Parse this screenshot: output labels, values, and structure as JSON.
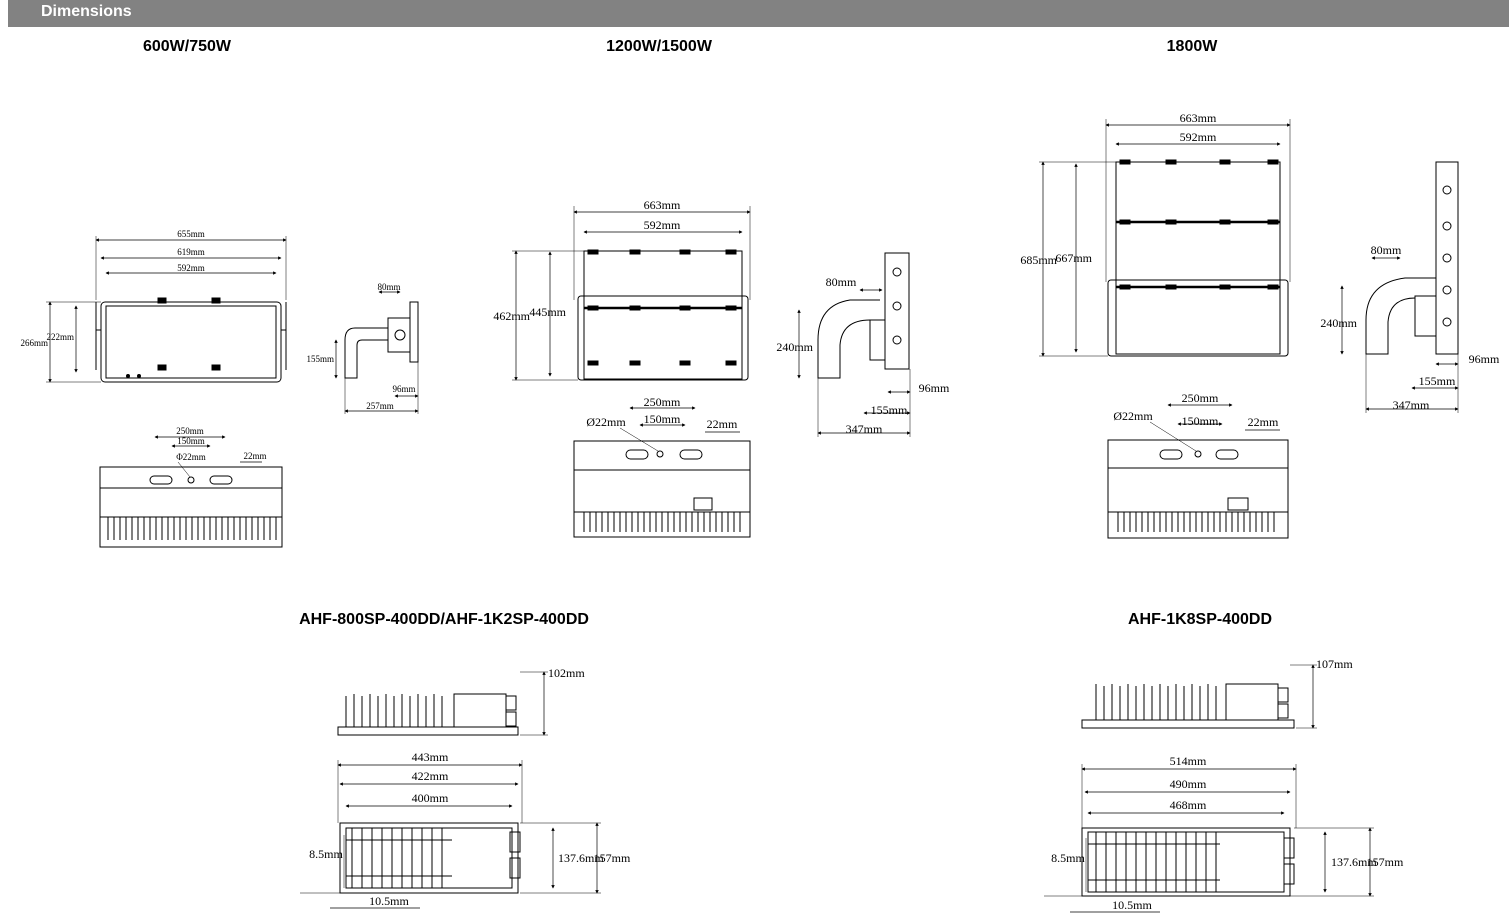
{
  "header": {
    "title": "Dimensions"
  },
  "sections": {
    "w600": {
      "title": "600W/750W",
      "front": {
        "overall_width": "655mm",
        "mid_width": "619mm",
        "inner_width": "592mm",
        "height_total": "266mm",
        "height_inner": "222mm"
      },
      "side": {
        "top": "80mm",
        "height": "155mm",
        "depth_small": "96mm",
        "depth_total": "257mm"
      },
      "bottom": {
        "span_outer": "250mm",
        "span_inner": "150mm",
        "hole": "Φ22mm",
        "edge": "22mm"
      }
    },
    "w1200": {
      "title": "1200W/1500W",
      "front": {
        "overall_width": "663mm",
        "inner_width": "592mm",
        "height_total": "462mm",
        "height_inner": "445mm"
      },
      "side": {
        "top": "80mm",
        "height": "240mm",
        "depth_small": "96mm",
        "depth_mid": "155mm",
        "depth_total": "347mm"
      },
      "bottom": {
        "hole": "Ø22mm",
        "span_outer": "250mm",
        "span_inner": "150mm",
        "edge": "22mm"
      }
    },
    "w1800": {
      "title": "1800W",
      "front": {
        "overall_width": "663mm",
        "inner_width": "592mm",
        "height_total": "685mm",
        "height_inner": "667mm"
      },
      "side": {
        "top": "80mm",
        "height": "240mm",
        "depth_small": "96mm",
        "depth_mid": "155mm",
        "depth_total": "347mm"
      },
      "bottom": {
        "hole": "Ø22mm",
        "span_outer": "250mm",
        "span_inner": "150mm",
        "edge": "22mm"
      }
    },
    "driver_a": {
      "title": "AHF-800SP-400DD/AHF-1K2SP-400DD",
      "side": {
        "height": "102mm"
      },
      "top": {
        "len_overall": "443mm",
        "len_mid": "422mm",
        "len_inner": "400mm",
        "width_inner": "137.6mm",
        "width_outer": "157mm",
        "hole_offset": "8.5mm",
        "edge_offset": "10.5mm"
      }
    },
    "driver_b": {
      "title": "AHF-1K8SP-400DD",
      "side": {
        "height": "107mm"
      },
      "top": {
        "len_overall": "514mm",
        "len_mid": "490mm",
        "len_inner": "468mm",
        "width_inner": "137.6mm",
        "width_outer": "157mm",
        "hole_offset": "8.5mm",
        "edge_offset": "10.5mm"
      }
    }
  }
}
